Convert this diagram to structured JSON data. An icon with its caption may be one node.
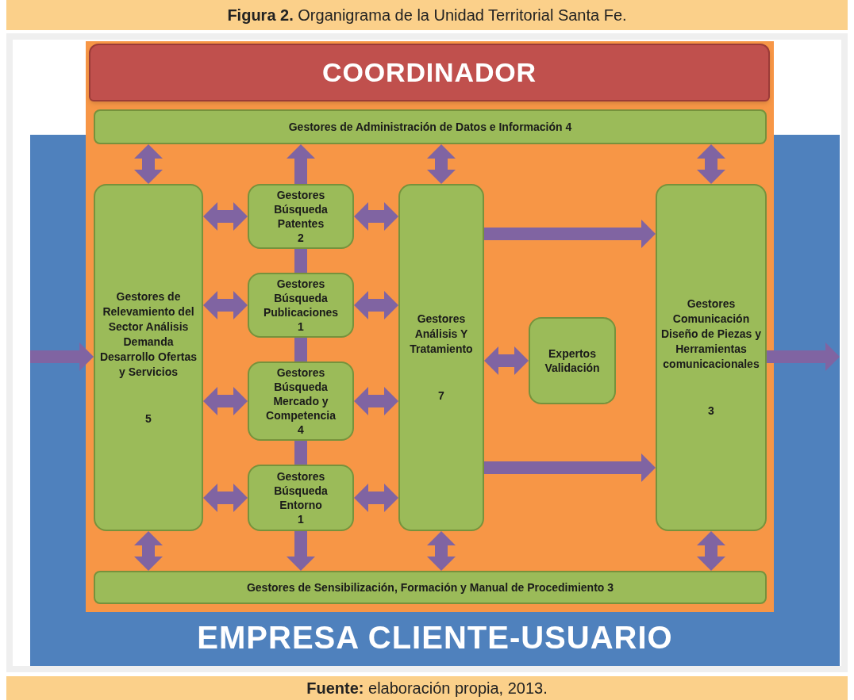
{
  "diagram": {
    "title": "**Figura 2.** Organigrama de la Unidad Territorial Santa Fe.",
    "caption": "**Fuente:** elaboración propia, 2013.",
    "nodes": [
      {
        "text": [],
        "shape": "box"
      },
      {
        "text": [
          "COORDINADOR"
        ],
        "in": 0
      },
      {
        "text": [
          "Gestores de Administración de Datos e Información 4"
        ],
        "in": 0
      },
      {
        "text": [
          "Gestores de Relevamiento del Sector Análisis Demanda Desarrollo Ofertas y Servicios",
          "5"
        ],
        "in": 0
      },
      {
        "text": [
          "Gestores Búsqueda Patentes",
          "2"
        ],
        "in": 0
      },
      {
        "text": [
          "Gestores Búsqueda Publicaciones",
          "1"
        ],
        "in": 0
      },
      {
        "text": [
          "Gestores Búsqueda Mercado y Competencia",
          "4"
        ],
        "in": 0
      },
      {
        "text": [
          "Gestores Búsqueda Entorno",
          "1"
        ],
        "in": 0
      },
      {
        "text": [
          "Gestores Análisis Y Tratamiento",
          "7"
        ],
        "in": 0
      },
      {
        "text": [
          "Expertos Validación"
        ],
        "in": 0
      },
      {
        "text": [
          "Gestores Comunicación Diseño de Piezas y Herramientas comunicacionales",
          "3"
        ],
        "in": 0
      },
      {
        "text": [
          "Gestores de Sensibilización, Formación y Manual de Procedimiento 3"
        ],
        "in": 0
      },
      {
        "text": [
          "EMPRESA CLIENTE-USUARIO"
        ]
      }
    ],
    "edges": [
      {
        "from": 3,
        "to": 2,
        "arrow": "both"
      },
      {
        "from": 4,
        "to": 2,
        "arrow": "to"
      },
      {
        "from": 8,
        "to": 2,
        "arrow": "both"
      },
      {
        "from": 10,
        "to": 2,
        "arrow": "both"
      },
      {
        "from": 3,
        "to": 4,
        "arrow": "both"
      },
      {
        "from": 4,
        "to": 8,
        "arrow": "both"
      },
      {
        "from": 3,
        "to": 5,
        "arrow": "both"
      },
      {
        "from": 5,
        "to": 8,
        "arrow": "both"
      },
      {
        "from": 3,
        "to": 6,
        "arrow": "both"
      },
      {
        "from": 6,
        "to": 8,
        "arrow": "both"
      },
      {
        "from": 3,
        "to": 7,
        "arrow": "both"
      },
      {
        "from": 7,
        "to": 8,
        "arrow": "both"
      },
      {
        "from": 4,
        "to": 5,
        "arrow": "none"
      },
      {
        "from": 5,
        "to": 6,
        "arrow": "none"
      },
      {
        "from": 6,
        "to": 7,
        "arrow": "none"
      },
      {
        "from": 8,
        "to": 9,
        "arrow": "both"
      },
      {
        "from": 8,
        "to": 10,
        "arrow": "to"
      },
      {
        "from": 8,
        "to": 10,
        "arrow": "to"
      },
      {
        "from": 12,
        "to": 3,
        "arrow": "to"
      },
      {
        "from": 10,
        "to": 12,
        "arrow": "to"
      },
      {
        "from": 3,
        "to": 11,
        "arrow": "both"
      },
      {
        "from": 7,
        "to": 11,
        "arrow": "to"
      },
      {
        "from": 8,
        "to": 11,
        "arrow": "both"
      },
      {
        "from": 10,
        "to": 11,
        "arrow": "both"
      }
    ]
  }
}
